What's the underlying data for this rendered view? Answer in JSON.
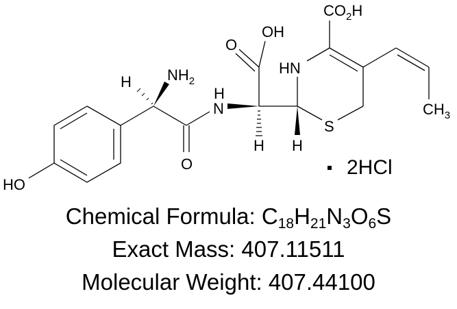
{
  "structure": {
    "labels": {
      "ho": "HO",
      "h_alpha1": "H",
      "nh2_n": "NH",
      "nh2_sub": "2",
      "amide_o": "O",
      "amide_n_h": "H",
      "amide_n": "N",
      "acid_o": "O",
      "acid_oh": "OH",
      "h_alpha2": "H",
      "h_ring": "H",
      "ring_nh": "HN",
      "ring_s": "S",
      "co2h_c": "CO",
      "co2h_sub": "2",
      "co2h_h": "H",
      "ch3_c": "CH",
      "ch3_sub": "3"
    },
    "salt": {
      "text": "2HCl"
    }
  },
  "info": {
    "formula_label": "Chemical Formula: ",
    "formula_parts": [
      {
        "el": "C",
        "n": "18"
      },
      {
        "el": "H",
        "n": "21"
      },
      {
        "el": "N",
        "n": "3"
      },
      {
        "el": "O",
        "n": "6"
      },
      {
        "el": "S",
        "n": ""
      }
    ],
    "exact_mass_label": "Exact Mass: ",
    "exact_mass_value": "407.11511",
    "mw_label": "Molecular Weight: ",
    "mw_value": "407.44100"
  }
}
